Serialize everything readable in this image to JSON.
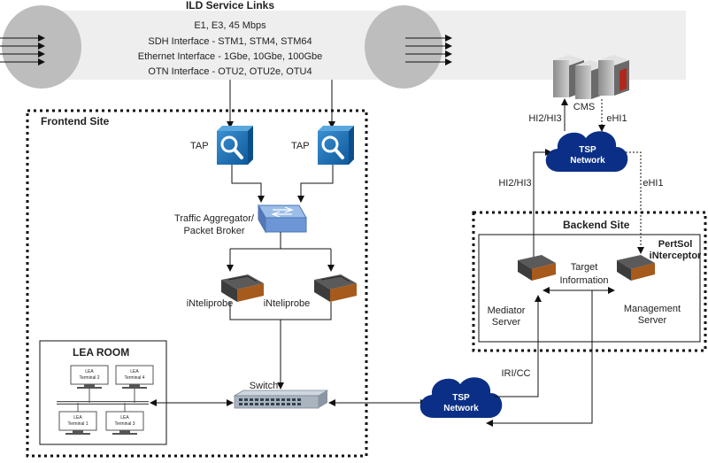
{
  "title": "ILD Service Links",
  "links": [
    "E1, E3, 45 Mbps",
    "SDH Interface - STM1, STM4, STM64",
    "Ethernet Interface - 1Gbe, 10Gbe, 100Gbe",
    "OTN Interface - OTU2, OTU2e, OTU4"
  ],
  "frontend": {
    "title": "Frontend Site",
    "tap_left": "TAP",
    "tap_right": "TAP",
    "aggregator_line1": "Traffic Aggregator/",
    "aggregator_line2": "Packet Broker",
    "probe_left": "iNteliprobe",
    "probe_right": "iNteliprobe",
    "switch": "Switch"
  },
  "lea": {
    "title": "LEA ROOM",
    "t1a": "LEA",
    "t1b": "Terminal 1",
    "t2a": "LEA",
    "t2b": "Terminal 2",
    "t3a": "LEA",
    "t3b": "Terminal 3",
    "t4a": "LEA",
    "t4b": "Terminal 4"
  },
  "backend": {
    "title": "Backend Site",
    "product_line1": "PertSol",
    "product_line2": "iNterceptor",
    "target_line1": "Target",
    "target_line2": "Information",
    "mediator_line1": "Mediator",
    "mediator_line2": "Server",
    "mgmt_line1": "Management",
    "mgmt_line2": "Server"
  },
  "cms": "CMS",
  "hi_top": "HI2/HI3",
  "ehi_top": "eHI1",
  "hi_mid": "HI2/HI3",
  "ehi_mid": "eHI1",
  "iri": "IRI/CC",
  "tsp_top_line1": "TSP",
  "tsp_top_line2": "Network",
  "tsp_bottom_line1": "TSP",
  "tsp_bottom_line2": "Network"
}
